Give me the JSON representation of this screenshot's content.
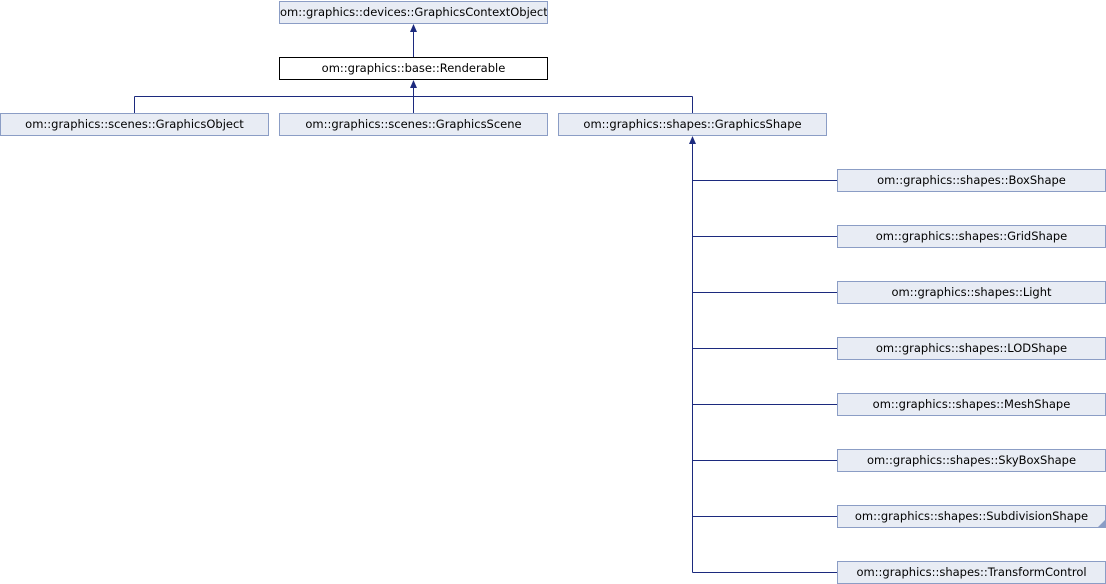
{
  "diagram": {
    "edge_color": "#1c2a7e",
    "node_fill": "#e8ecf4",
    "node_border": "#8b9dc5",
    "nodes": {
      "context": "om::graphics::devices::GraphicsContextObject",
      "renderable": "om::graphics::base::Renderable",
      "object": "om::graphics::scenes::GraphicsObject",
      "scene": "om::graphics::scenes::GraphicsScene",
      "shape": "om::graphics::shapes::GraphicsShape",
      "box": "om::graphics::shapes::BoxShape",
      "grid": "om::graphics::shapes::GridShape",
      "light": "om::graphics::shapes::Light",
      "lod": "om::graphics::shapes::LODShape",
      "mesh": "om::graphics::shapes::MeshShape",
      "skybox": "om::graphics::shapes::SkyBoxShape",
      "subdivision": "om::graphics::shapes::SubdivisionShape",
      "transform": "om::graphics::shapes::TransformControl"
    }
  }
}
